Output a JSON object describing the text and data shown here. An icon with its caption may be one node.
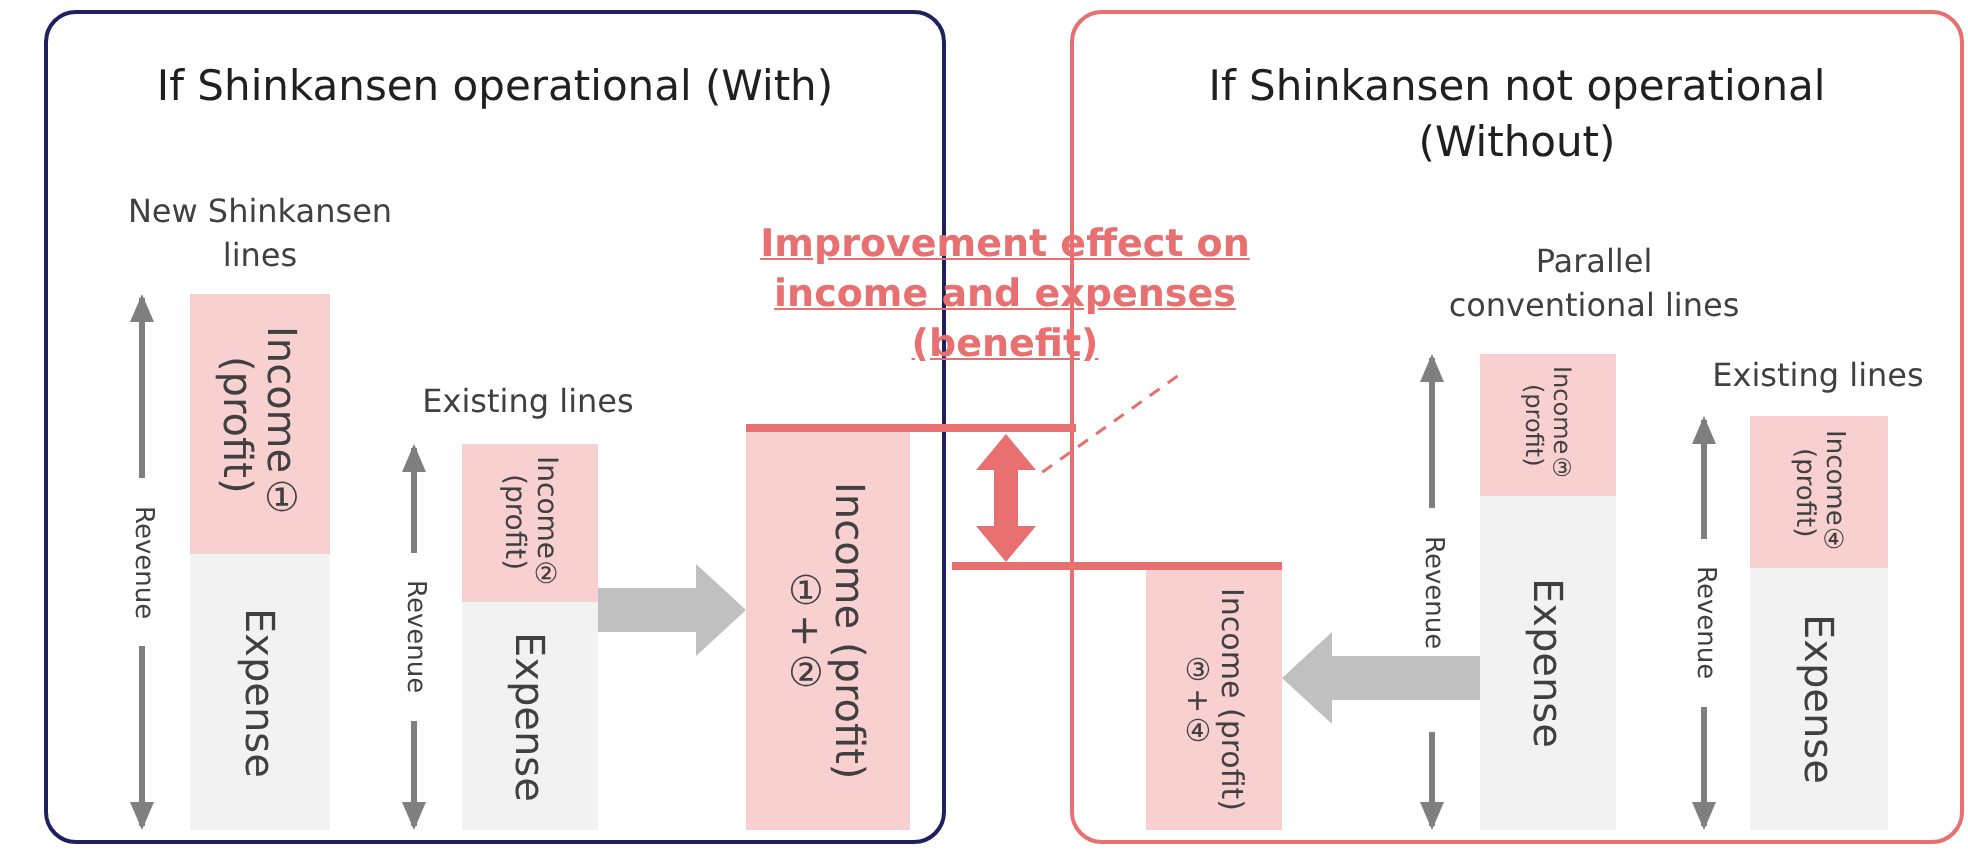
{
  "diagram": {
    "nodes": [
      {
        "text": [
          "If Shinkansen operational (With)"
        ]
      },
      {
        "text": [
          "If Shinkansen not operational (Without)"
        ]
      },
      {
        "text": [
          "Income① (profit)"
        ],
        "in": 0,
        "beside": [
          "New Shinkansen lines"
        ]
      },
      {
        "text": [
          "Expense"
        ],
        "in": 0
      },
      {
        "text": [
          "Income② (profit)"
        ],
        "in": 0,
        "beside": [
          "Existing lines"
        ]
      },
      {
        "text": [
          "Expense"
        ],
        "in": 0
      },
      {
        "text": [
          "Income (profit) ①+②"
        ],
        "in": 0
      },
      {
        "text": [
          "Income (profit) ③+④"
        ],
        "in": 1
      },
      {
        "text": [
          "Income③ (profit)"
        ],
        "in": 1,
        "beside": [
          "Parallel conventional lines"
        ]
      },
      {
        "text": [
          "Expense"
        ],
        "in": 1
      },
      {
        "text": [
          "Income④ (profit)"
        ],
        "in": 1,
        "beside": [
          "Existing lines"
        ]
      },
      {
        "text": [
          "Expense"
        ],
        "in": 1
      },
      {
        "text": [
          "Improvement effect on income and expenses (benefit)"
        ]
      },
      {
        "text": [],
        "shape": "arrow"
      }
    ],
    "edges": [
      {
        "from": 5,
        "to": 6,
        "arrow": "to",
        "style": "thick",
        "color": "#c0c0c0"
      },
      {
        "from": 9,
        "to": 7,
        "arrow": "to",
        "style": "thick",
        "color": "#c0c0c0"
      },
      {
        "from": 12,
        "to": 13,
        "arrow": "none",
        "style": "dashed",
        "color": "#e87070"
      }
    ],
    "labels": [
      "Revenue",
      "Revenue",
      "Revenue",
      "Revenue"
    ]
  }
}
